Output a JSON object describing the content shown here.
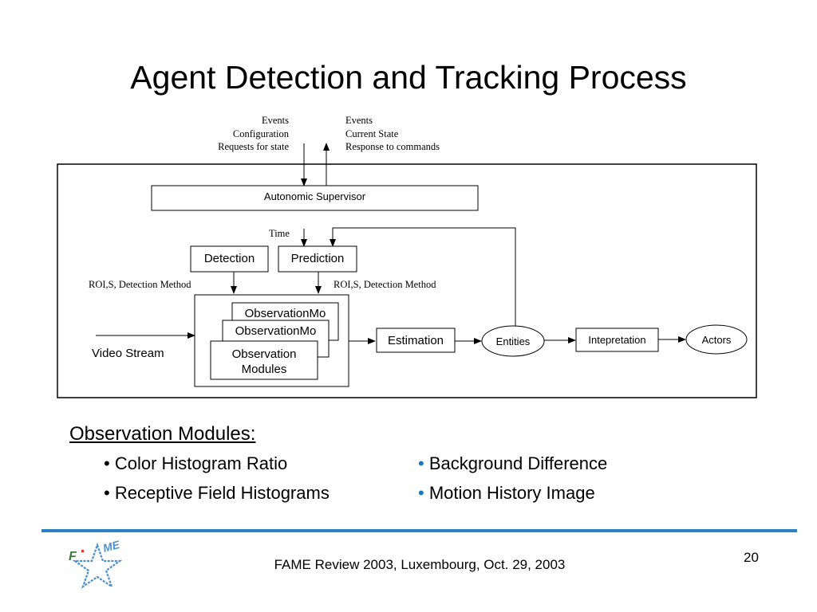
{
  "slide": {
    "title": "Agent Detection and Tracking Process",
    "page_number": "20",
    "footer": "FAME Review 2003, Luxembourg, Oct. 29, 2003",
    "logo_alt": "FAME"
  },
  "diagram": {
    "inputs_label": [
      "Events",
      "Configuration",
      "Requests for state"
    ],
    "outputs_label": [
      "Events",
      "Current State",
      "Response to commands"
    ],
    "supervisor": "Autonomic Supervisor",
    "time": "Time",
    "detection": "Detection",
    "prediction": "Prediction",
    "roi_left": "ROI,S,  Detection Method",
    "roi_right": "ROI,S,  Detection Method",
    "obs_back": "ObservationMo",
    "obs_mid": "ObservationMo",
    "obs_front_1": "Observation",
    "obs_front_2": "Modules",
    "video": "Video Stream",
    "estimation": "Estimation",
    "entities": "Entities",
    "interpretation": "Intepretation",
    "actors": "Actors"
  },
  "observation_modules": {
    "heading": "Observation Modules:",
    "left_items": [
      "Color Histogram Ratio",
      "Receptive Field Histograms"
    ],
    "right_items": [
      "Background Difference",
      "Motion History Image"
    ]
  },
  "colors": {
    "accent": "#2f7fc7",
    "bullet_blue": "#1a78c2"
  }
}
